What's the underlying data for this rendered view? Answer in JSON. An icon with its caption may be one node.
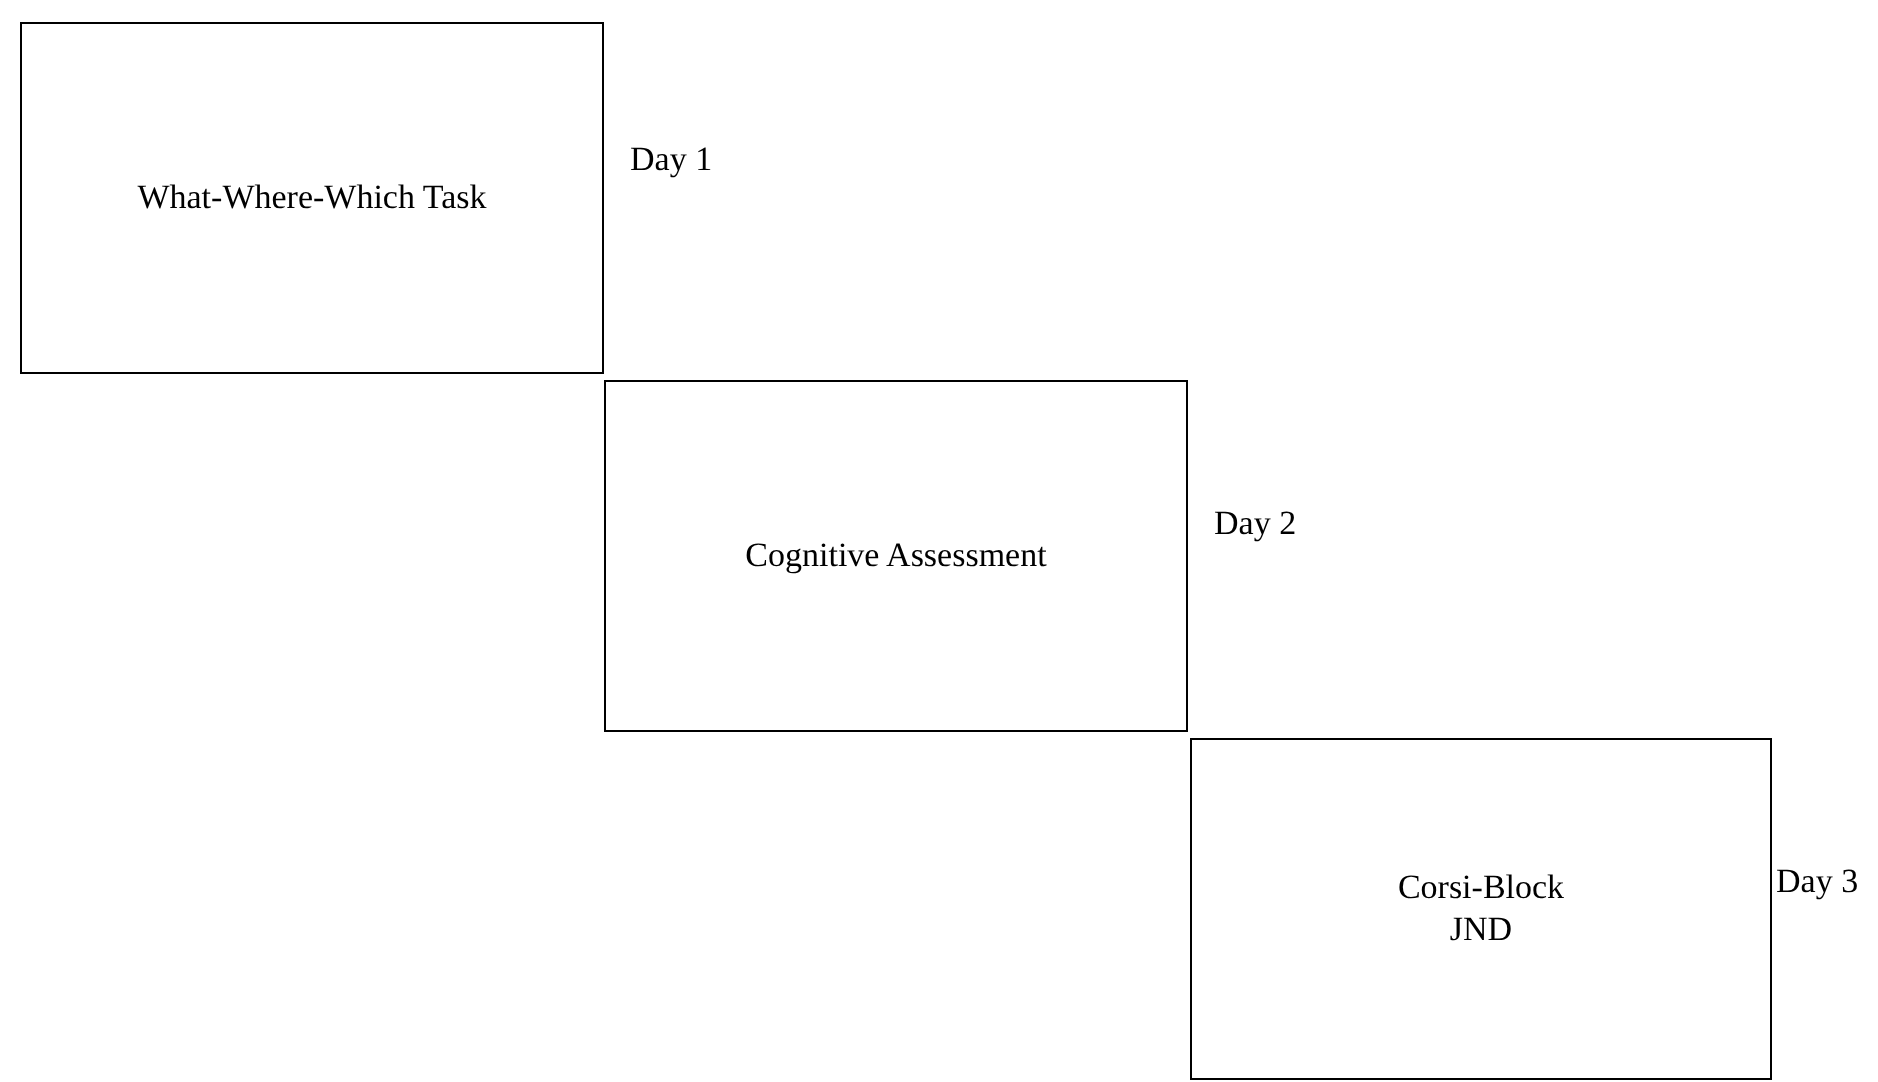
{
  "diagram": {
    "nodes": [
      {
        "text": [
          "What-Where-Which Task"
        ],
        "beside": [
          "Day 1"
        ]
      },
      {
        "text": [
          "Cognitive Assessment"
        ],
        "beside": [
          "Day 2"
        ]
      },
      {
        "text": [
          "Corsi-Block",
          "JND"
        ],
        "beside": [
          "Day 3"
        ]
      }
    ]
  }
}
